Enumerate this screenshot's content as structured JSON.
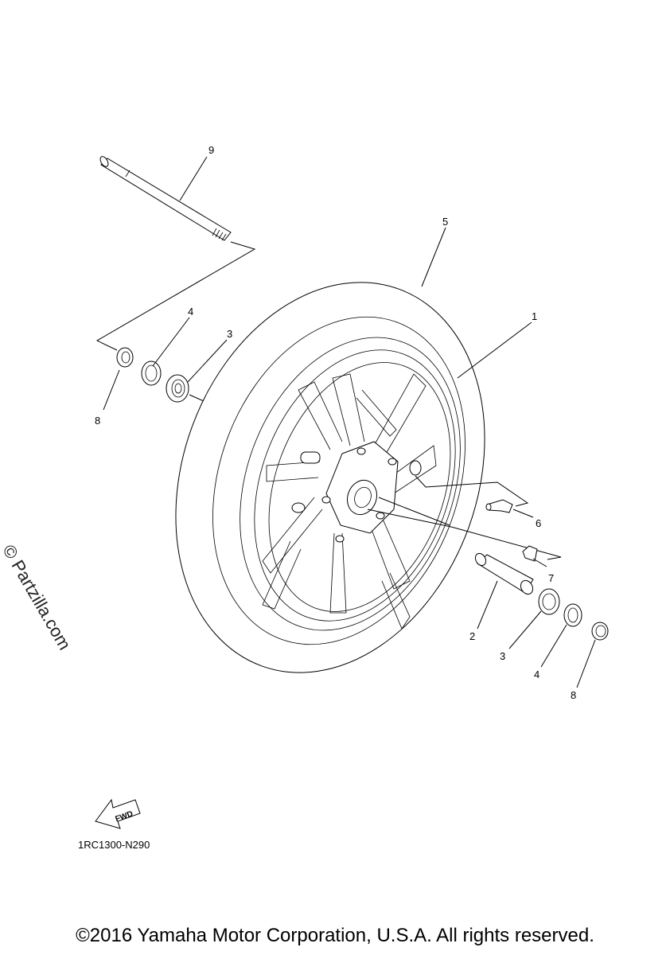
{
  "callouts": {
    "c1": "1",
    "c2": "2",
    "c3a": "3",
    "c3b": "3",
    "c4a": "4",
    "c4b": "4",
    "c5": "5",
    "c6": "6",
    "c7": "7",
    "c8a": "8",
    "c8b": "8",
    "c9": "9"
  },
  "fwd_label": "FWD",
  "watermark": "© Partzilla.com",
  "diagram_code": "1RC1300-N290",
  "copyright": "©2016 Yamaha Motor Corporation, U.S.A. All rights reserved."
}
